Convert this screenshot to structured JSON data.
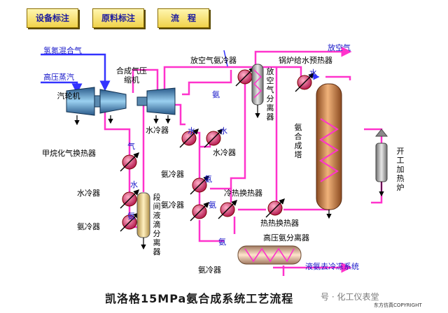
{
  "tabs": [
    {
      "label": "设备标注"
    },
    {
      "label": "原料标注"
    },
    {
      "label": "流　程"
    }
  ],
  "labels": {
    "feed_gas": "氢氮混合气",
    "hp_steam": "高压蒸汽",
    "turbine": "汽轮机",
    "syngas_compressor": "合成气压缩机",
    "vent_ammonia_cooler": "放空气氨冷器",
    "vent_separator": "放空气分离器",
    "boiler_preheater": "锅炉给水预热器",
    "vent_gas": "放空气",
    "water_cooler_top": "水冷器",
    "water_cooler_right": "水冷器",
    "methanator_exchanger": "甲烷化气换热器",
    "water_cooler_left": "水冷器",
    "ammonia_cooler_left": "氨冷器",
    "interstage_separator": "段间液滴分离器",
    "ammonia_cooler_a": "氨冷器",
    "ammonia_cooler_b": "氨冷器",
    "cold_hot_exchanger": "冷热换热器",
    "hot_hot_exchanger": "热热换热器",
    "hp_ammonia_separator": "高压氨分离器",
    "ammonia_cooler_bottom": "氨冷器",
    "synthesis_tower": "氨合成塔",
    "startup_heater": "开工加热炉",
    "liquid_ammonia": "液氨去冷冻系统"
  },
  "markers": {
    "gas": "气",
    "water": "水",
    "ammonia": "氨"
  },
  "title": "凯洛格15MPa氨合成系统工艺流程",
  "watermark": "号 · 化工仪表堂",
  "copyright": "东方仿真COPYRIGHT",
  "colors": {
    "process_line": "#ff33cc",
    "blue_line": "#3333ff",
    "cooler_fill": "#c8205a",
    "tower_fill": "#d98a46",
    "separator_fill": "#f2c98e"
  }
}
